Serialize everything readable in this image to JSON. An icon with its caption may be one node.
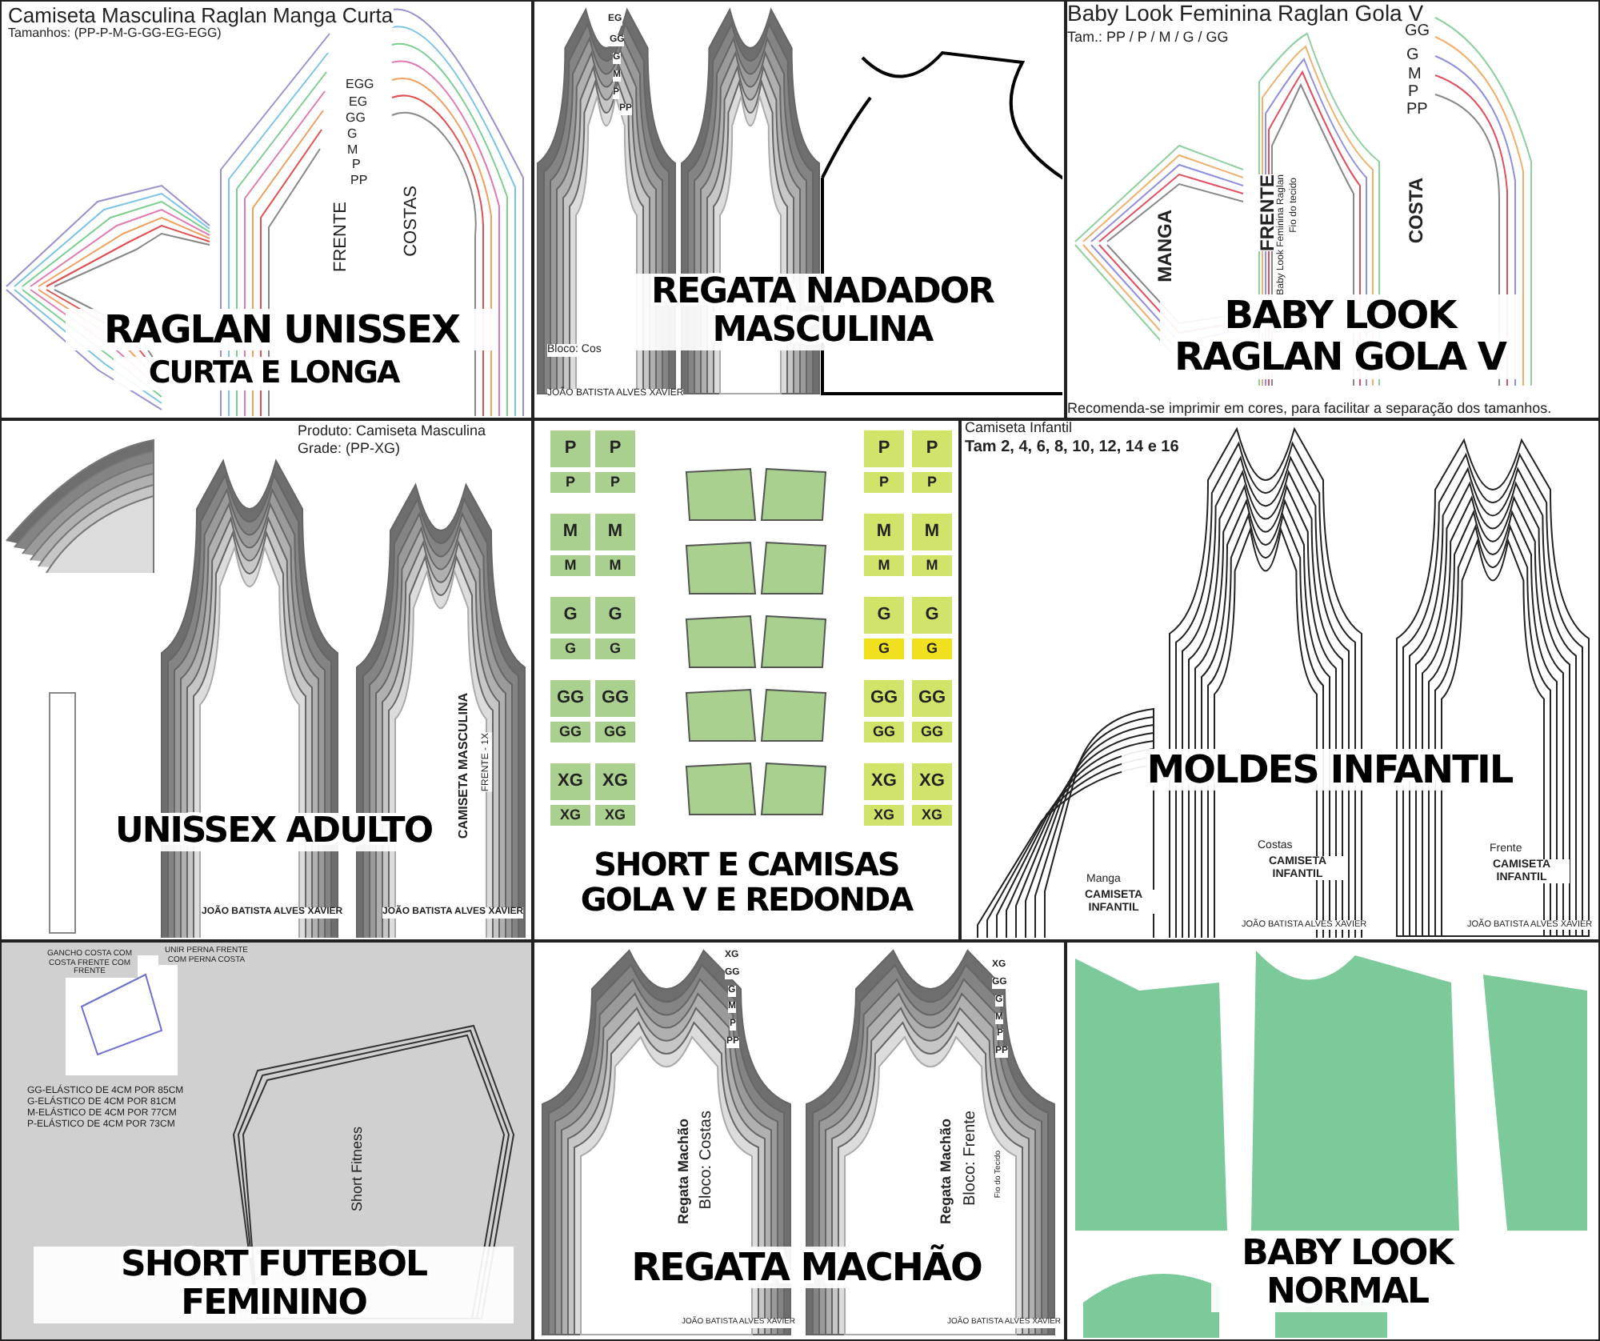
{
  "diagram": {
    "nodes": [
      {
        "text": [
          "Camiseta Masculina Raglan Manga Curta",
          "Tamanhos: (PP-P-M-G-GG-EG-EGG)",
          "EGG",
          "EG",
          "GG",
          "G",
          "M",
          "P",
          "PP",
          "FRENTE",
          "COSTAS",
          "RAGLAN UNISSEX",
          "CURTA E LONGA"
        ]
      },
      {
        "text": [
          "EG",
          "GG",
          "G",
          "M",
          "P",
          "PP",
          "Bloco: Cos",
          "JOÃO BATISTA ALVES XAVIER",
          "REGATA NADADOR MASCULINA"
        ]
      },
      {
        "text": [
          "Baby Look Feminina Raglan Gola V",
          "Tam.: PP / P / M / G / GG",
          "GG",
          "G",
          "M",
          "P",
          "PP",
          "MANGA",
          "FRENTE",
          "Fio do tecido",
          "Baby Look Feminina Raglan",
          "COSTA",
          "BABY LOOK RAGLAN GOLA V",
          "Recomenda-se imprimir em cores, para facilitar a separação dos tamanhos."
        ]
      },
      {
        "text": [
          "Produto: Camiseta Masculina",
          "Grade: (PP-XG)",
          "CAMISETA MASCULINA",
          "FRENTE - 1X",
          "JOÃO BATISTA ALVES XAVIER",
          "JOÃO BATISTA ALVES XAVIER",
          "UNISSEX ADULTO"
        ]
      },
      {
        "text": [
          "P",
          "P",
          "P",
          "P",
          "P",
          "P",
          "P",
          "P",
          "M",
          "M",
          "M",
          "M",
          "M",
          "M",
          "M",
          "M",
          "G",
          "G",
          "G",
          "G",
          "G",
          "G",
          "G",
          "G",
          "GG",
          "GG",
          "GG",
          "GG",
          "GG",
          "GG",
          "GG",
          "GG",
          "XG",
          "XG",
          "XG",
          "XG",
          "XG",
          "XG",
          "XG",
          "XG",
          "SHORT E CAMISAS GOLA V E REDONDA"
        ]
      },
      {
        "text": [
          "Camiseta Infantil",
          "Tam 2, 4, 6, 8, 10, 12, 14 e 16",
          "Manga",
          "CAMISETA INFANTIL",
          "Costas",
          "CAMISETA INFANTIL",
          "Frente",
          "CAMISETA INFANTIL",
          "JOÃO BATISTA ALVES XAVIER",
          "JOÃO BATISTA ALVES XAVIER",
          "MOLDES INFANTIL"
        ]
      },
      {
        "text": [
          "GANCHO COSTA COM COSTA FRENTE COM FRENTE",
          "UNIR PERNA FRENTE COM PERNA COSTA",
          "GG-ELÁSTICO DE 4CM POR 85CM",
          "G-ELÁSTICO DE 4CM POR 81CM",
          "M-ELÁSTICO DE 4CM POR 77CM",
          "P-ELÁSTICO DE 4CM POR 73CM",
          "Short Fitness",
          "SHORT FUTEBOL FEMININO"
        ]
      },
      {
        "text": [
          "XG",
          "GG",
          "G",
          "M",
          "P",
          "PP",
          "XG",
          "GG",
          "G",
          "M",
          "P",
          "PP",
          "Regata Machão",
          "Bloco: Costas",
          "Regata Machão",
          "Bloco: Frente",
          "Fio do Tecido",
          "JOÃO BATISTA ALVES XAVIER",
          "JOÃO BATISTA ALVES XAVIER",
          "REGATA MACHÃO"
        ]
      },
      {
        "text": [
          "BABY LOOK NORMAL"
        ]
      }
    ]
  }
}
